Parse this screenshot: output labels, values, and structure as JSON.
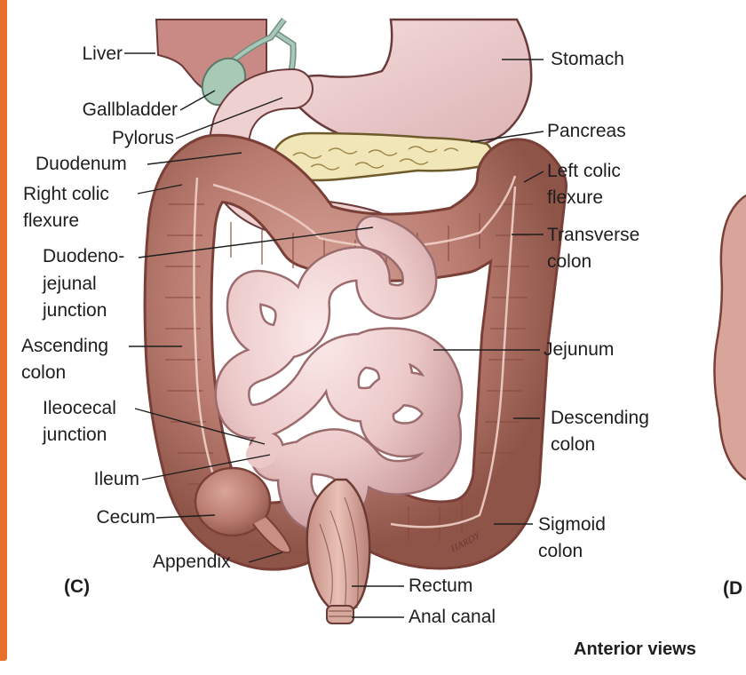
{
  "figure": {
    "panel_c": "(C)",
    "panel_d": "(D",
    "caption": "Anterior views",
    "signature": "HARDY",
    "accent_color": "#e8702a"
  },
  "labels_left": {
    "liver": "Liver",
    "gallbladder": "Gallbladder",
    "pylorus": "Pylorus",
    "duodenum": "Duodenum",
    "right_colic_1": "Right colic",
    "right_colic_2": "flexure",
    "dj_1": "Duodeno-",
    "dj_2": "jejunal",
    "dj_3": "junction",
    "ascending_1": "Ascending",
    "ascending_2": "colon",
    "ileocecal_1": "Ileocecal",
    "ileocecal_2": "junction",
    "ileum": "Ileum",
    "cecum": "Cecum",
    "appendix": "Appendix"
  },
  "labels_right": {
    "stomach": "Stomach",
    "pancreas": "Pancreas",
    "left_colic_1": "Left colic",
    "left_colic_2": "flexure",
    "transverse_1": "Transverse",
    "transverse_2": "colon",
    "jejunum": "Jejunum",
    "descending_1": "Descending",
    "descending_2": "colon",
    "sigmoid_1": "Sigmoid",
    "sigmoid_2": "colon",
    "rectum": "Rectum",
    "anal_canal": "Anal canal"
  }
}
